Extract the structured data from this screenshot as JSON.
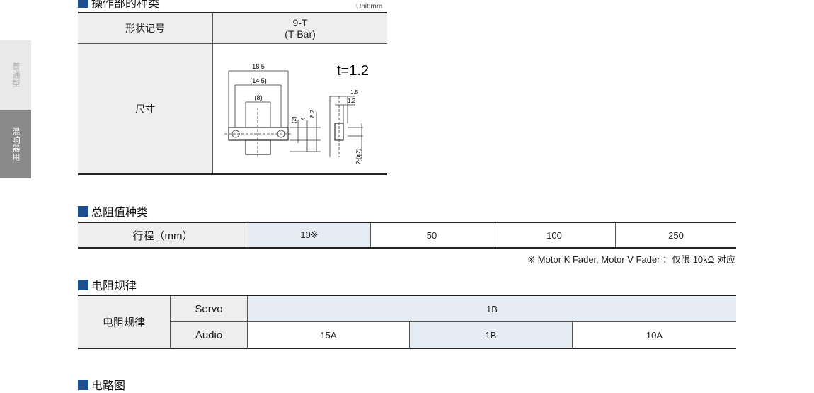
{
  "sidebar": {
    "tab_normal": "普通型",
    "tab_mix": "混响器用"
  },
  "section_operator": {
    "title": "操作部的种类",
    "unit": "Unit:mm",
    "row1_label": "形状记号",
    "model": "9-T",
    "model_sub": "(T-Bar)",
    "row2_label": "尺寸",
    "drawing": {
      "thickness": "t=1.2",
      "dim_18_5": "18.5",
      "dim_14_5": "(14.5)",
      "dim_8": "(8)",
      "dim_2": "(2)",
      "dim_4": "4",
      "dim_8_2": "8.2",
      "dim_1_5": "1.5",
      "dim_1_2": "1.2",
      "dim_hole": "2-(φ2)"
    }
  },
  "section_resistance": {
    "title": "总阻值种类",
    "label": "行程（mm）",
    "values": [
      "10※",
      "50",
      "100",
      "250"
    ],
    "note": "※ Motor K Fader, Motor V Fader ：仅限 10kΩ 对应"
  },
  "section_taper": {
    "title": "电阻规律",
    "label": "电阻规律",
    "servo_label": "Servo",
    "servo_value": "1B",
    "audio_label": "Audio",
    "audio_values": [
      "15A",
      "1B",
      "10A"
    ]
  },
  "section_circuit": {
    "title": "电路图"
  }
}
